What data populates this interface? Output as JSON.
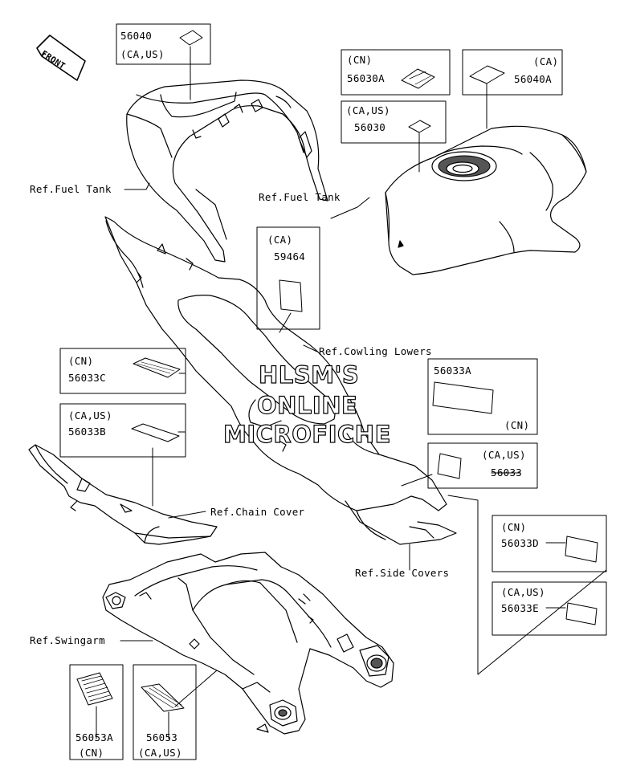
{
  "front_badge": "FRONT",
  "watermark": {
    "line1": "HLSM'S",
    "line2": "ONLINE",
    "line3": "MICROFICHE"
  },
  "callouts": {
    "c56040": {
      "part": "56040",
      "region": "(CA,US)"
    },
    "c56030a": {
      "region": "(CN)",
      "part": "56030A"
    },
    "c56040a": {
      "region": "(CA)",
      "part": "56040A"
    },
    "c56030": {
      "region": "(CA,US)",
      "part": "56030"
    },
    "c59464": {
      "region": "(CA)",
      "part": "59464"
    },
    "c56033c": {
      "region": "(CN)",
      "part": "56033C"
    },
    "c56033b": {
      "region": "(CA,US)",
      "part": "56033B"
    },
    "c56033a": {
      "part": "56033A",
      "region": "(CN)"
    },
    "c56033": {
      "region": "(CA,US)",
      "part": "56033"
    },
    "c56033d": {
      "region": "(CN)",
      "part": "56033D"
    },
    "c56033e": {
      "region": "(CA,US)",
      "part": "56033E"
    },
    "c56053a": {
      "part": "56053A",
      "region": "(CN)"
    },
    "c56053": {
      "part": "56053",
      "region": "(CA,US)"
    }
  },
  "refs": {
    "fuel_tank_left": "Ref.Fuel Tank",
    "fuel_tank_right": "Ref.Fuel Tank",
    "cowling_lowers": "Ref.Cowling Lowers",
    "chain_cover": "Ref.Chain Cover",
    "side_covers": "Ref.Side Covers",
    "swingarm": "Ref.Swingarm"
  }
}
